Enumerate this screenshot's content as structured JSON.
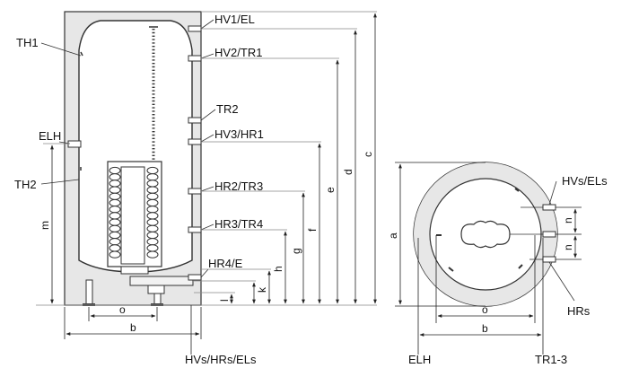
{
  "labels": {
    "hv1_el": "HV1/EL",
    "hv2_tr1": "HV2/TR1",
    "tr2": "TR2",
    "hv3_hr1": "HV3/HR1",
    "hr2_tr3": "HR2/TR3",
    "hr3_tr4": "HR3/TR4",
    "hr4_e": "HR4/E",
    "th1": "TH1",
    "elh_side": "ELH",
    "th2": "TH2",
    "bottom_connections": "HVs/HRs/ELs",
    "hvs_els": "HVs/ELs",
    "hrs": "HRs",
    "elh_top": "ELH",
    "tr1_3": "TR1-3"
  },
  "dimensions": {
    "a": "a",
    "b": "b",
    "c": "c",
    "d": "d",
    "e": "e",
    "f": "f",
    "g": "g",
    "h": "h",
    "k": "k",
    "l": "l",
    "m": "m",
    "o": "o",
    "n": "n",
    "b_top": "b",
    "o_top": "o"
  }
}
